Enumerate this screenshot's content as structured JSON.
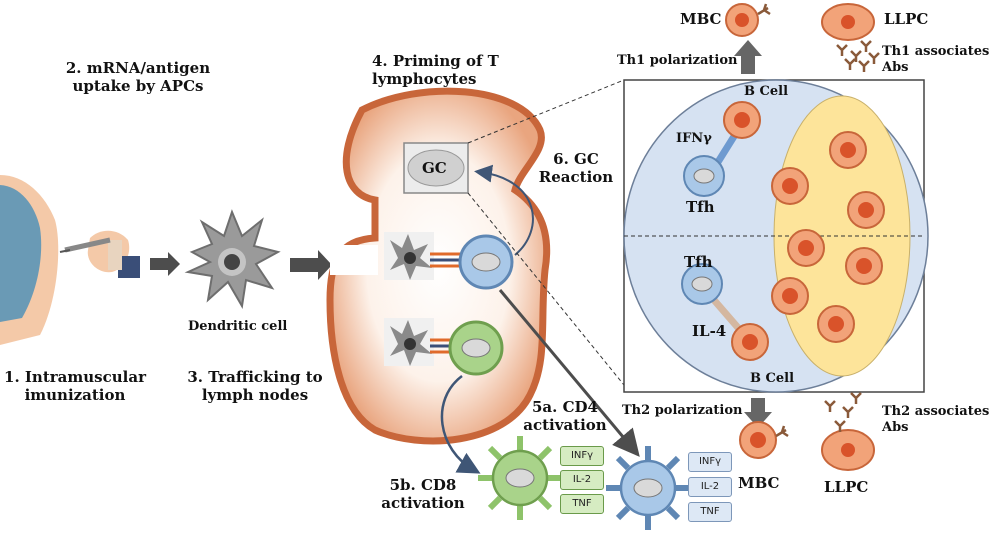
{
  "steps": {
    "s1": [
      "1. Intramuscular",
      "imunization"
    ],
    "s2": [
      "2. mRNA/antigen",
      "uptake by APCs"
    ],
    "s3": [
      "3. Trafficking to",
      "lymph nodes"
    ],
    "s4": [
      "4. Priming of T",
      "lymphocytes"
    ],
    "s5a": [
      "5a. CD4",
      "activation"
    ],
    "s5b": [
      "5b. CD8",
      "activation"
    ],
    "s6": [
      "6. GC",
      "Reaction"
    ]
  },
  "labels": {
    "dendritic_cell": "Dendritic cell",
    "gc": "GC",
    "mbc_top": "MBC",
    "llpc_top": "LLPC",
    "th1_polarization": "Th1 polarization",
    "th1_abs": [
      "Th1 associates",
      "Abs"
    ],
    "b_cell_top": "B Cell",
    "ifn": "IFNγ",
    "tfh_top": "Tfh",
    "tfh_bottom": "Tfh",
    "il4": "IL-4",
    "b_cell_bottom": "B Cell",
    "th2_polarization": "Th2 polarization",
    "th2_abs": [
      "Th2 associates",
      "Abs"
    ],
    "mbc_bottom": "MBC",
    "llpc_bottom": "LLPC"
  },
  "cytokines": {
    "cd8": [
      "INFγ",
      "IL-2",
      "TNF"
    ],
    "cd4": [
      "INFγ",
      "IL-2",
      "TNF"
    ]
  },
  "colors": {
    "lymph_node": "#e9a57f",
    "lymph_node_edge": "#c8663a",
    "cd4_cell": "#a9c8e8",
    "cd8_cell": "#a9d38a",
    "b_cell": "#f2a379",
    "b_cell_nucleus": "#d9532a",
    "gc_panel": "#d6e2f2",
    "gc_yellow": "#fde49a",
    "arrow": "#4d4d4d"
  }
}
